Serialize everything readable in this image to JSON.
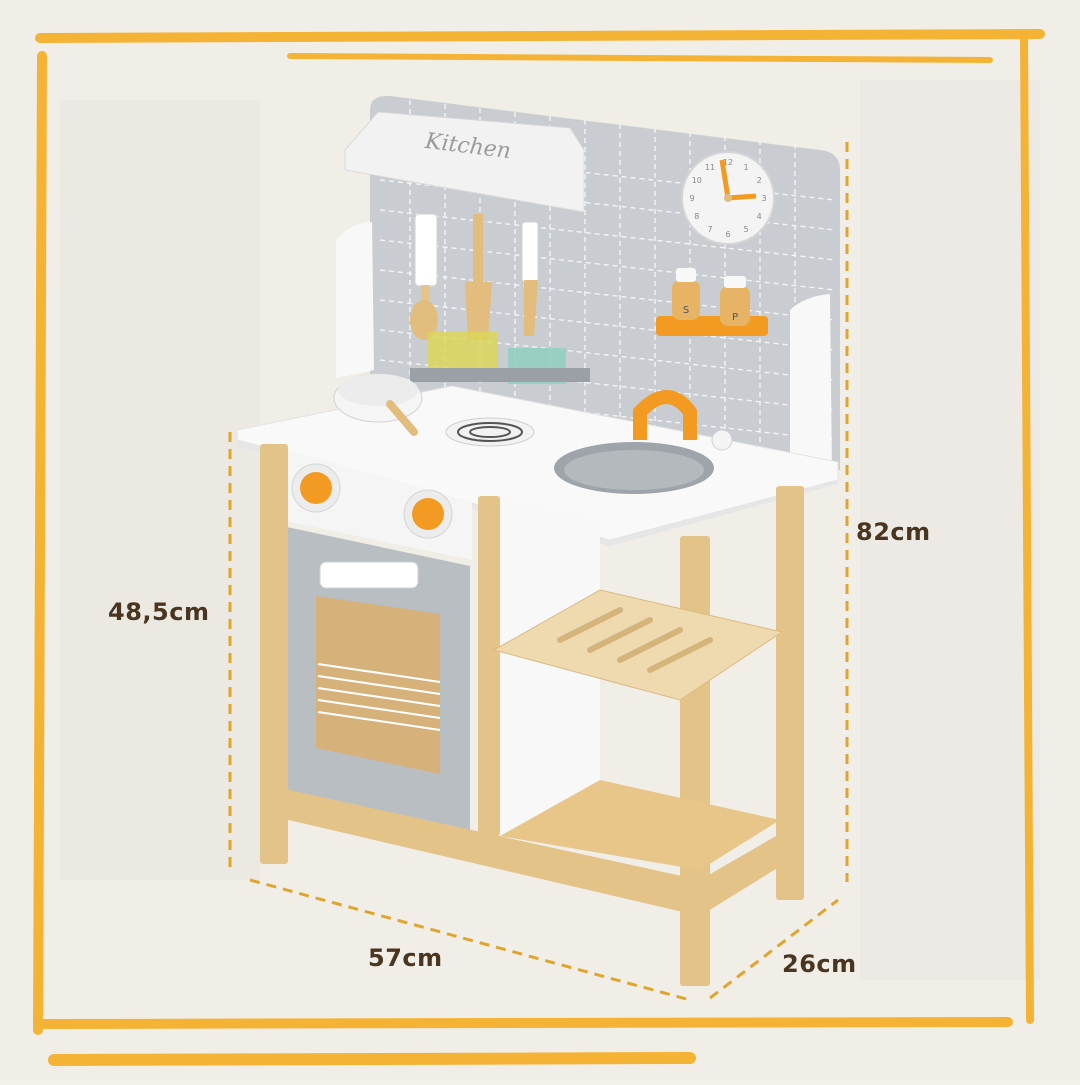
{
  "product": {
    "sign_text": "Kitchen"
  },
  "dimensions": {
    "total_height": "82cm",
    "counter_height": "48,5cm",
    "width": "57cm",
    "depth": "26cm"
  },
  "clock": {
    "numerals": [
      "12",
      "1",
      "2",
      "3",
      "4",
      "5",
      "6",
      "7",
      "8",
      "9",
      "10",
      "11"
    ]
  },
  "spice_jars": {
    "left": "S",
    "right": "P"
  },
  "colors": {
    "frame": "#f5b335",
    "accent_orange": "#f39a22",
    "wood": "#e9c98f",
    "panel_gray": "#c8ccd0",
    "white": "#fafafa",
    "label_text": "#4a3520"
  }
}
